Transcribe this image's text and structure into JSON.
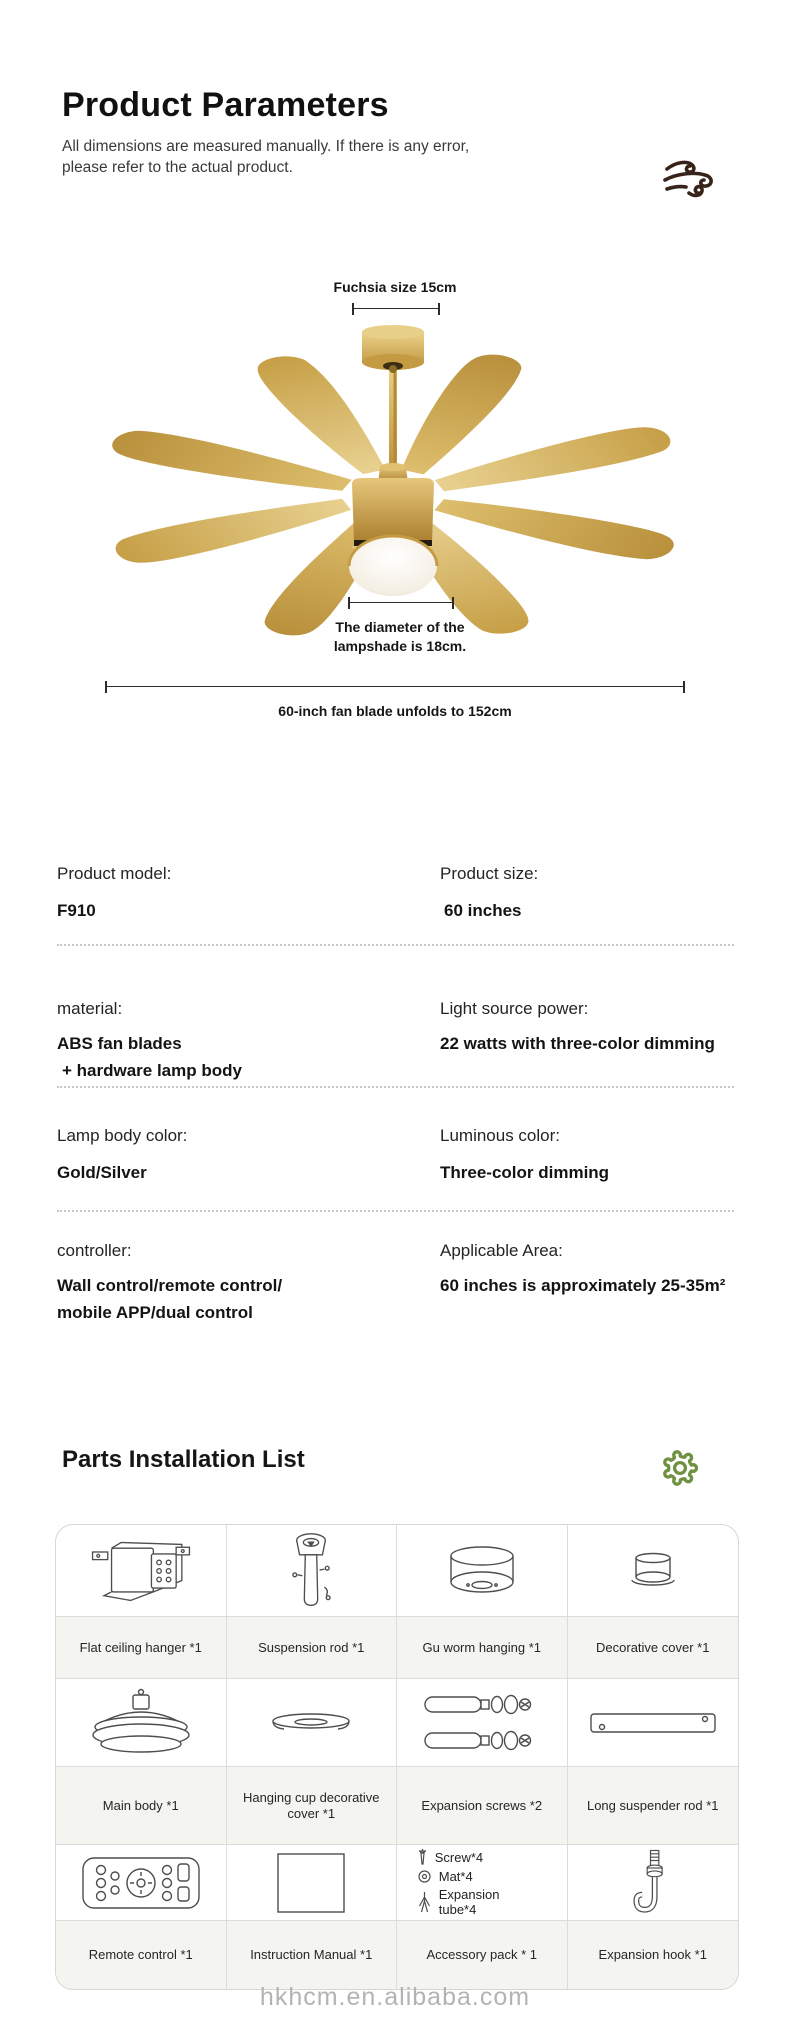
{
  "header": {
    "title": "Product Parameters",
    "subtitle1": "All dimensions are measured manually. If there is any error,",
    "subtitle2": "please refer to the actual product.",
    "wind_icon_color": "#38231a"
  },
  "figure": {
    "fan_color_main": "#d2ab55",
    "fan_color_light": "#e8d190",
    "fan_color_dark": "#b98f3c",
    "dim_top": "Fuchsia size 15cm",
    "dim_mid_line1": "The diameter of the",
    "dim_mid_line2": "lampshade is 18cm.",
    "dim_bottom": "60-inch fan blade unfolds to 152cm"
  },
  "specs": {
    "rows": [
      {
        "left": {
          "label": "Product model:",
          "value_lines": [
            "F910"
          ]
        },
        "right": {
          "label": "Product size:",
          "value_lines": [
            "60 inches"
          ]
        }
      },
      {
        "left": {
          "label": "material:",
          "value_lines": [
            "ABS fan blades",
            "+ hardware lamp body"
          ]
        },
        "right": {
          "label": "Light source power:",
          "value_lines": [
            "22 watts with three-color dimming"
          ]
        }
      },
      {
        "left": {
          "label": "Lamp body color:",
          "value_lines": [
            "Gold/Silver"
          ]
        },
        "right": {
          "label": "Luminous color:",
          "value_lines": [
            "Three-color dimming"
          ]
        }
      },
      {
        "left": {
          "label": "controller:",
          "value_lines": [
            "Wall control/remote control/",
            "mobile APP/dual control"
          ]
        },
        "right": {
          "label": "Applicable Area:",
          "value_lines": [
            "60 inches is approximately 25-35m²"
          ]
        }
      }
    ]
  },
  "parts": {
    "heading": "Parts Installation List",
    "gear_icon_color": "#6f9140",
    "cells": [
      {
        "label": "Flat ceiling hanger *1"
      },
      {
        "label": "Suspension rod *1"
      },
      {
        "label": "Gu worm hanging *1"
      },
      {
        "label": "Decorative cover *1"
      },
      {
        "label": "Main body *1"
      },
      {
        "label": "Hanging cup decorative cover *1"
      },
      {
        "label": "Expansion screws *2"
      },
      {
        "label": "Long suspender rod *1"
      },
      {
        "label": "Remote control *1"
      },
      {
        "label": "Instruction Manual *1"
      },
      {
        "label": "Accessory pack * 1"
      },
      {
        "label": "Expansion hook *1"
      }
    ],
    "accessory_items": [
      "Screw*4",
      "Mat*4",
      "Expansion tube*4"
    ]
  },
  "watermark": {
    "text": "hkhcm.en.alibaba.com"
  }
}
